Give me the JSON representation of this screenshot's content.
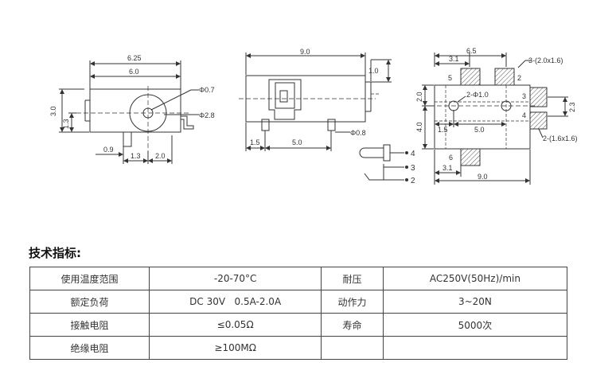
{
  "drawing": {
    "left_view": {
      "dims": [
        "6.25",
        "6.0",
        "3.0",
        "1.3",
        "0.9",
        "1.3",
        "2.0"
      ],
      "callouts": [
        "Φ0.7",
        "Φ2.8"
      ]
    },
    "middle_view": {
      "dims": [
        "9.0",
        "1.0",
        "1.5",
        "5.0"
      ],
      "callouts": [
        "Φ0.8"
      ],
      "pin_labels": [
        "4",
        "3",
        "2"
      ]
    },
    "right_view": {
      "dims": [
        "6.5",
        "3.1",
        "3-(2.0x1.6)",
        "2.0",
        "2-Φ1.0",
        "4.0",
        "1.5",
        "5.0",
        "2.3",
        "2-(1.6x1.6)",
        "3.1",
        "9.0"
      ],
      "pad_labels": [
        "5",
        "2",
        "3",
        "4",
        "6"
      ]
    }
  },
  "section_title": "技术指标:",
  "specs": [
    [
      "使用温度范围",
      "-20-70°C",
      "耐压",
      "AC250V(50Hz)/min"
    ],
    [
      "额定负荷",
      "DC 30V   0.5A-2.0A",
      "动作力",
      "3~20N"
    ],
    [
      "接触电阻",
      "≤0.05Ω",
      "寿命",
      "5000次"
    ],
    [
      "绝缘电阻",
      "≥100MΩ",
      "",
      ""
    ]
  ]
}
